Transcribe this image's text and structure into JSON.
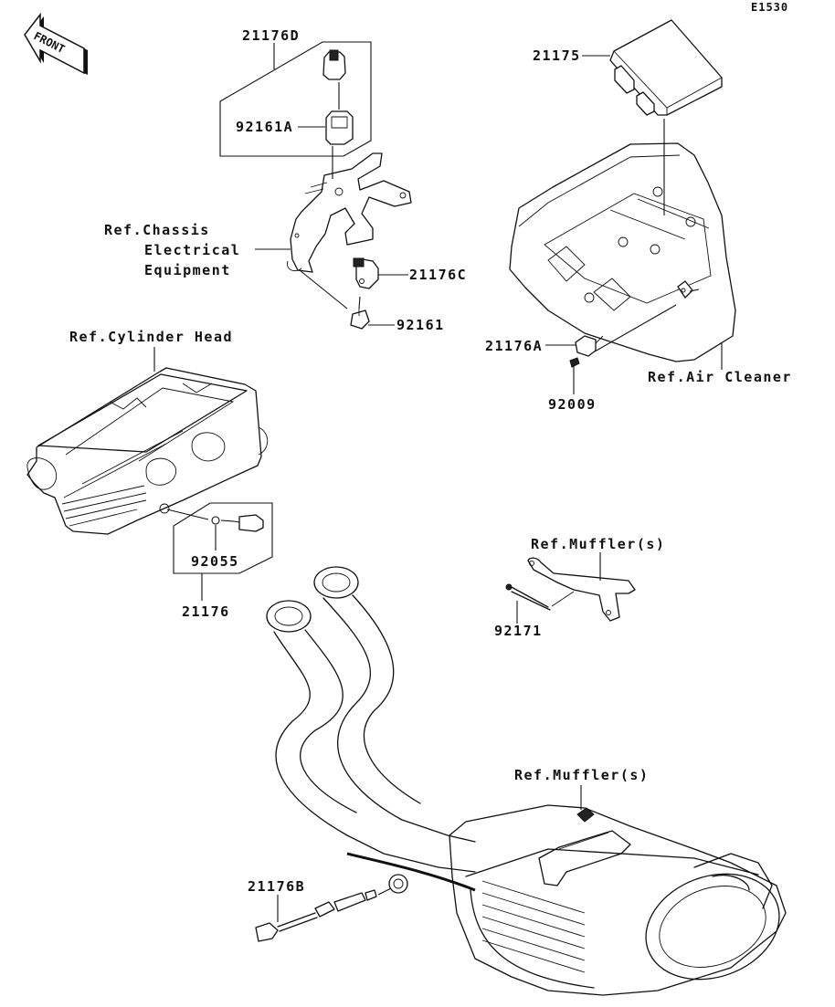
{
  "diagram": {
    "code": "E1530",
    "front_badge": "FRONT",
    "labels": {
      "p21176D": "21176D",
      "p92161A": "92161A",
      "refChassis1": "Ref.Chassis",
      "refChassis2": "Electrical",
      "refChassis3": "Equipment",
      "p21176C": "21176C",
      "p92161": "92161",
      "refCylinderHead": "Ref.Cylinder Head",
      "p92055": "92055",
      "p21176": "21176",
      "p21175": "21175",
      "p21176A": "21176A",
      "p92009": "92009",
      "refAirCleaner": "Ref.Air Cleaner",
      "refMuffler1": "Ref.Muffler(s)",
      "p92171": "92171",
      "refMuffler2": "Ref.Muffler(s)",
      "p21176B": "21176B"
    },
    "icons": {
      "front": "front-arrow-icon"
    }
  }
}
